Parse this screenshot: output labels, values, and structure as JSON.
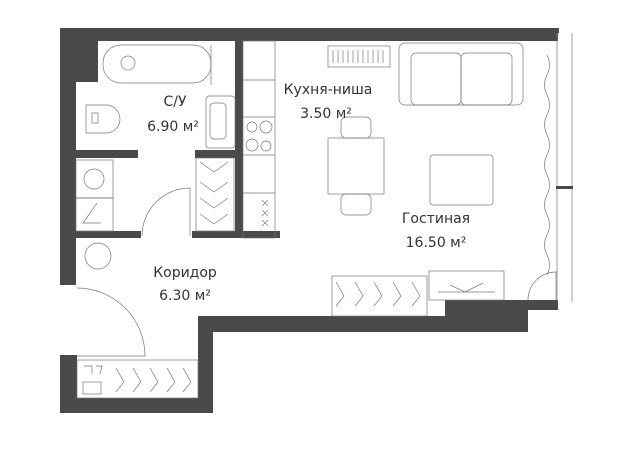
{
  "plan": {
    "wall_color": "#4a4a4a",
    "rooms": [
      {
        "id": "bathroom",
        "name": "С/У",
        "area": "6.90 м²"
      },
      {
        "id": "kitchen",
        "name": "Кухня-ниша",
        "area": "3.50 м²"
      },
      {
        "id": "living",
        "name": "Гостиная",
        "area": "16.50 м²"
      },
      {
        "id": "corridor",
        "name": "Коридор",
        "area": "6.30 м²"
      }
    ]
  }
}
